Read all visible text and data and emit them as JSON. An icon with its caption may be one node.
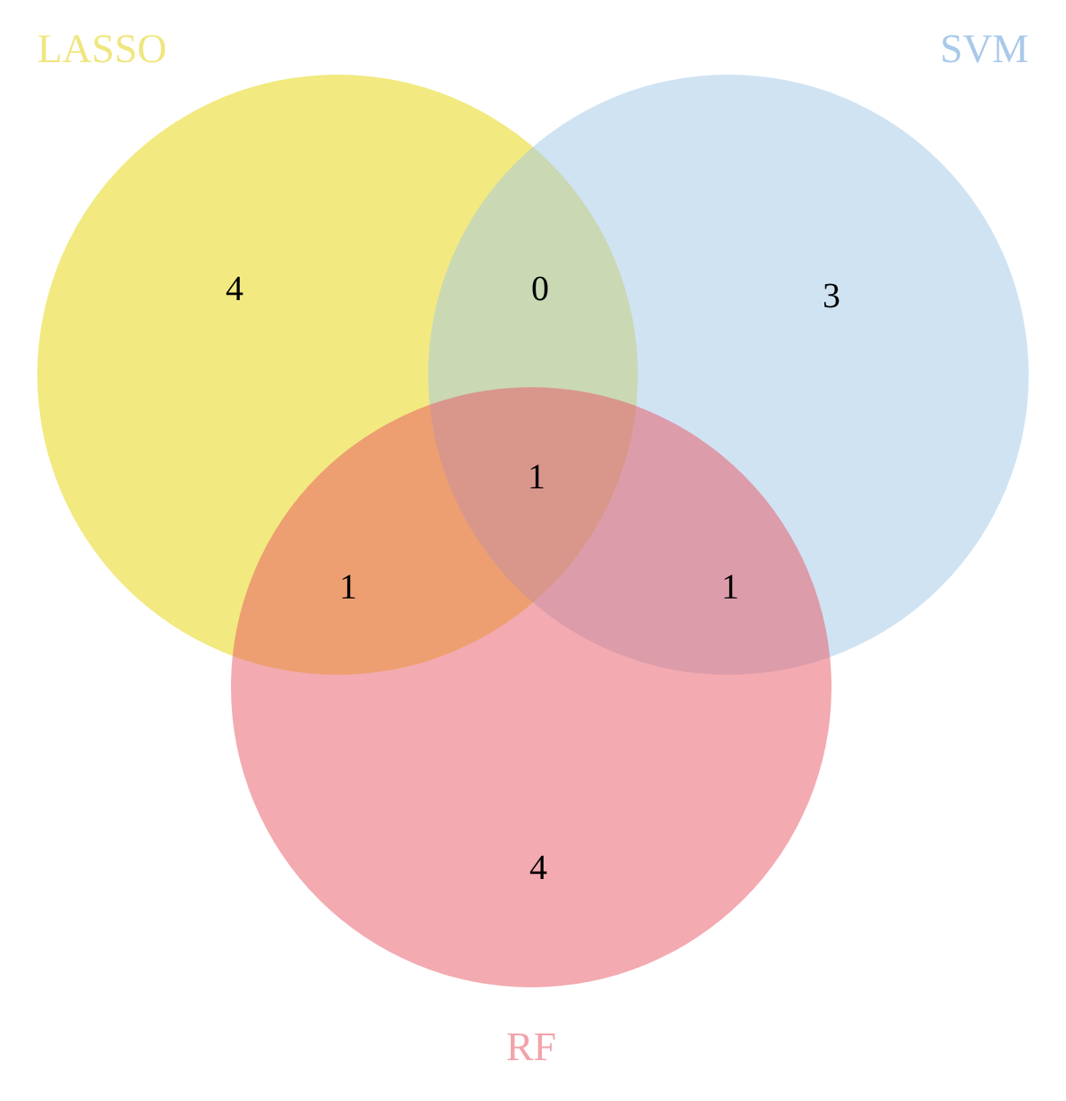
{
  "diagram": {
    "nodes": [
      {
        "text": [
          "LASSO"
        ]
      },
      {
        "text": [
          "SVM"
        ]
      },
      {
        "text": [
          "RF"
        ]
      }
    ],
    "labels": [
      "4",
      "0",
      "3",
      "1",
      "1",
      "1",
      "4"
    ]
  }
}
